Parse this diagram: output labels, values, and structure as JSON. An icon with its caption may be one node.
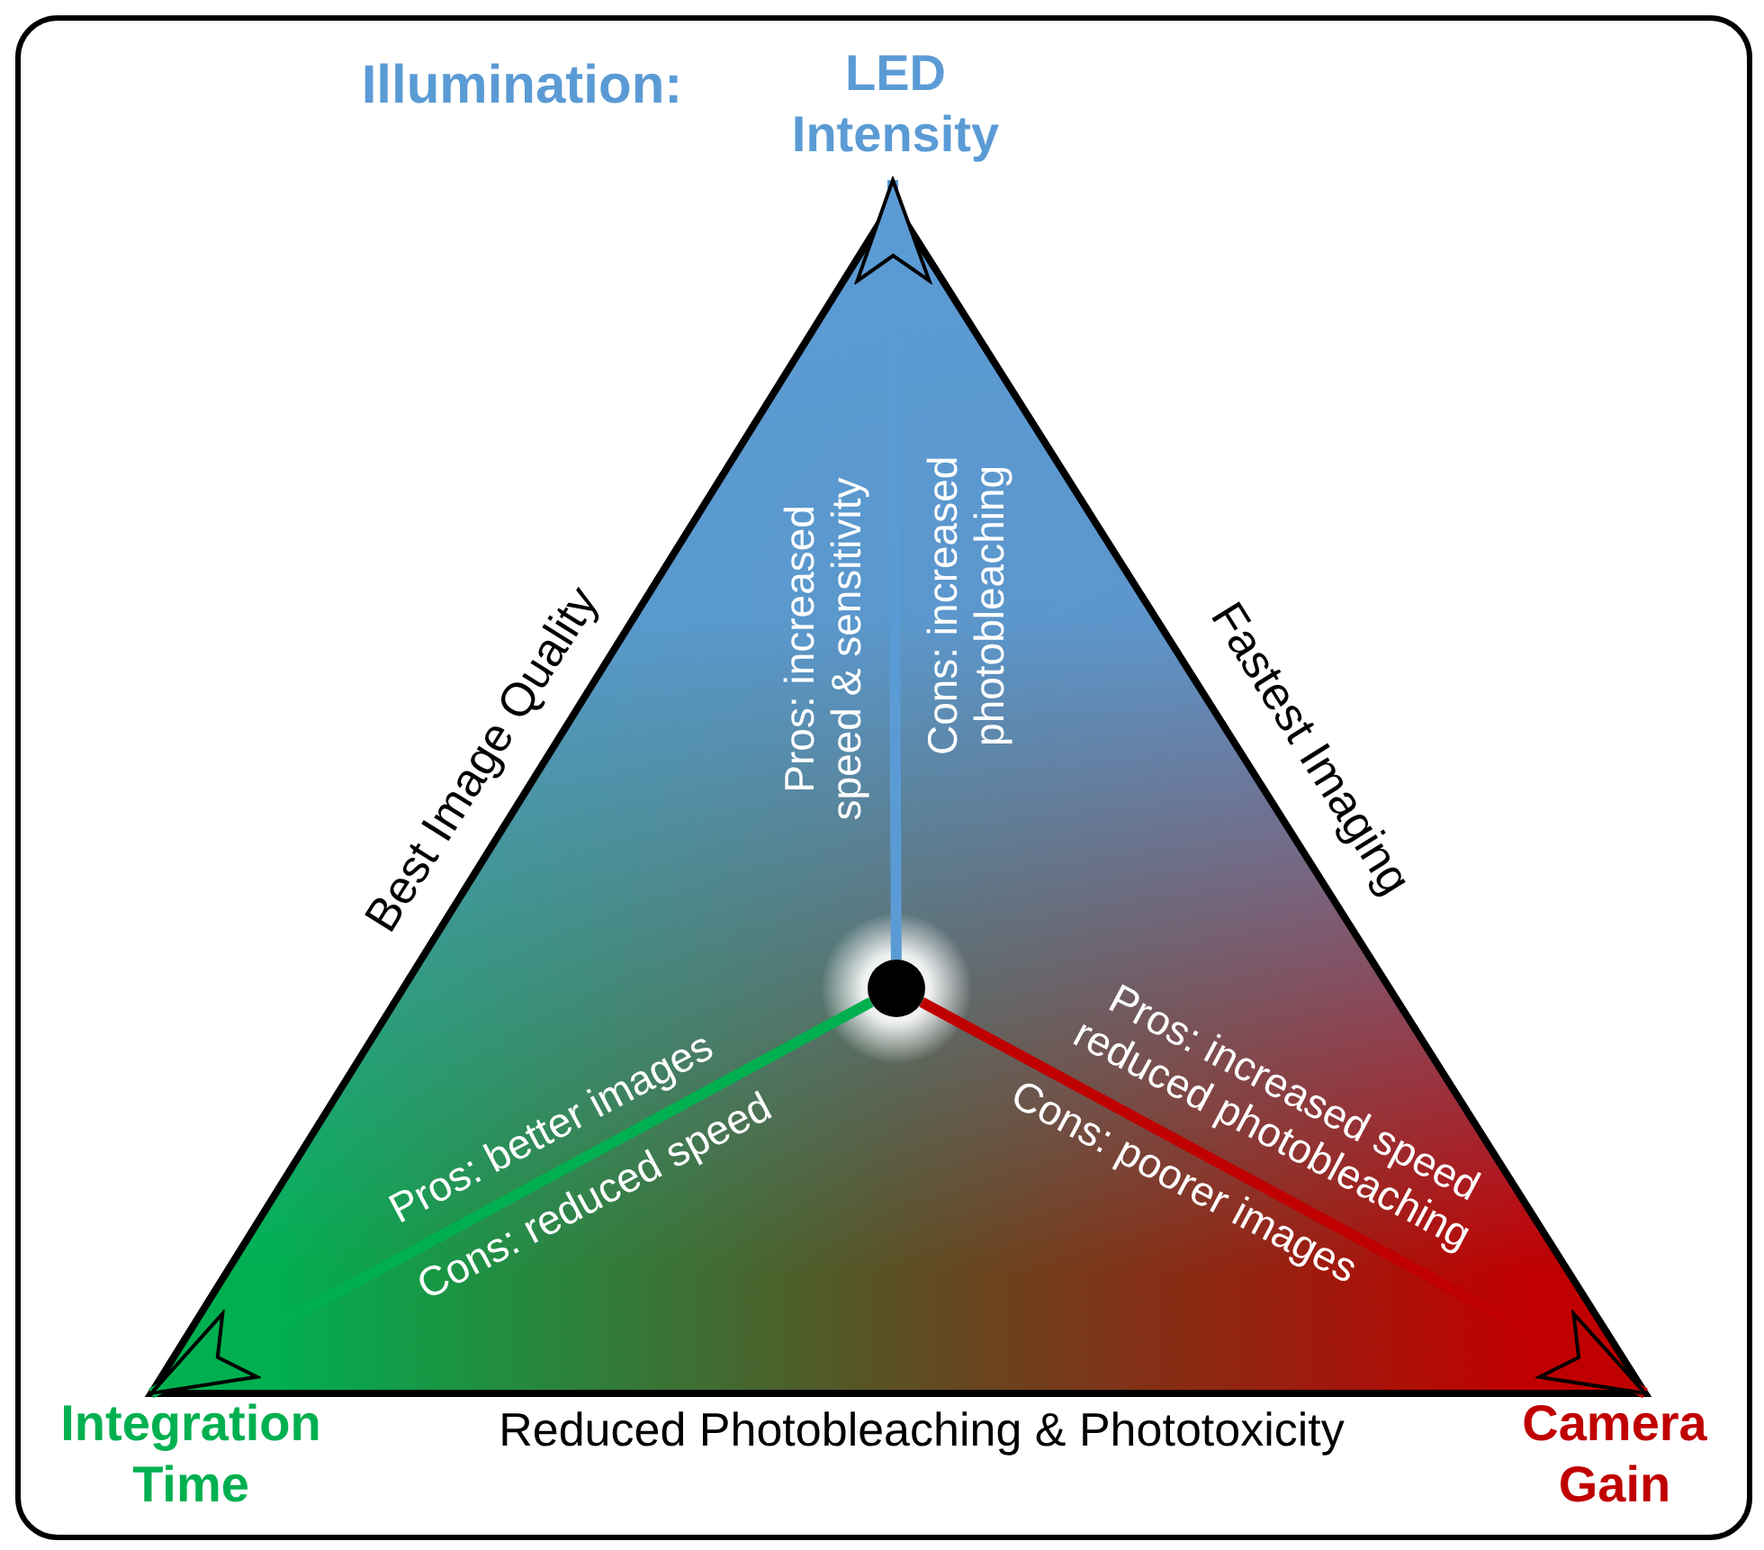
{
  "diagram": {
    "nodes": [
      {
        "text": [],
        "shape": "circle"
      },
      {
        "text": [
          "LED Intensity"
        ]
      },
      {
        "text": [
          "Integration Time"
        ]
      },
      {
        "text": [
          "Camera Gain"
        ]
      }
    ],
    "edges": [
      {
        "from": 0,
        "to": 1,
        "arrow": "to",
        "color": "#5b9bd5"
      },
      {
        "from": 0,
        "to": 2,
        "arrow": "to",
        "color": "#00b050"
      },
      {
        "from": 0,
        "to": 3,
        "arrow": "to",
        "color": "#c00000"
      }
    ],
    "labels": [
      "Illumination:",
      "Best Image Quality",
      "Pros: increased speed & sensitivity",
      "Cons: increased photobleaching",
      "Fastest Imaging",
      "Pros: increased speed reduced photobleaching",
      "Pros: better images",
      "Cons: reduced speed",
      "Cons: poorer images",
      "Reduced Photobleaching & Phototoxicity"
    ]
  }
}
